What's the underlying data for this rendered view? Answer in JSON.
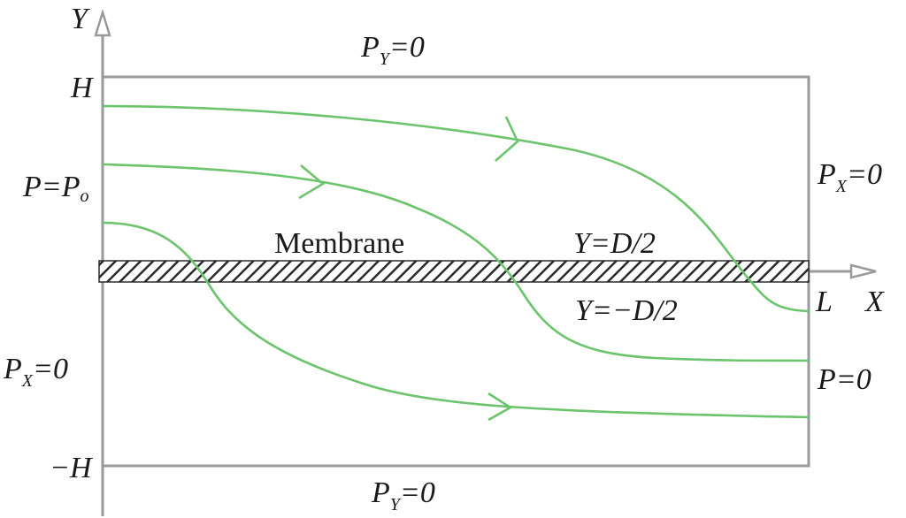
{
  "axes": {
    "y_label": "Y",
    "x_label": "X"
  },
  "labels": {
    "top_p": "P",
    "top_sub": "Y",
    "top_eq": "=0",
    "bottom_p": "P",
    "bottom_sub": "Y",
    "bottom_eq": "=0",
    "left_inlet_p": "P=P",
    "left_inlet_sub": "o",
    "left_p": "P",
    "left_sub": "X",
    "left_eq": "=0",
    "right_p": "P",
    "right_sub": "X",
    "right_eq": "=0",
    "outlet": "P=0",
    "h_top": "H",
    "h_bottom": "−H",
    "length": "L",
    "membrane": "Membrane",
    "upper_surface": "Y=D/2",
    "lower_surface": "Y=−D/2"
  },
  "colors": {
    "streamline": "#6cc46c",
    "frame": "#9a9a9a",
    "text": "#1a1a1a"
  }
}
